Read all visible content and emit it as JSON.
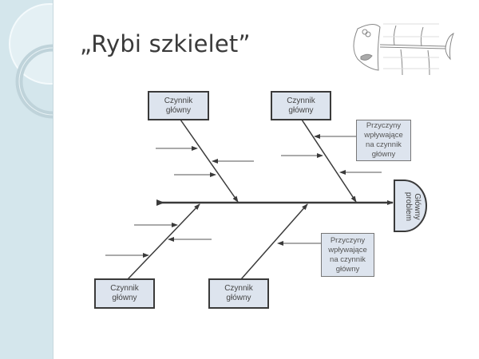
{
  "slide": {
    "title": "„Rybi szkielet”",
    "illustration": "fish-skeleton-sketch"
  },
  "diagram": {
    "type": "fishbone",
    "main_factors": [
      {
        "line1": "Czynnik",
        "line2": "główny",
        "position": "top-left"
      },
      {
        "line1": "Czynnik",
        "line2": "główny",
        "position": "top-right"
      },
      {
        "line1": "Czynnik",
        "line2": "główny",
        "position": "bottom-left"
      },
      {
        "line1": "Czynnik",
        "line2": "główny",
        "position": "bottom-right"
      }
    ],
    "cause_notes": [
      {
        "lines": [
          "Przyczyny",
          "wpływające",
          "na czynnik",
          "główny"
        ],
        "position": "top-right"
      },
      {
        "lines": [
          "Przyczyny",
          "wpływające",
          "na czynnik",
          "główny"
        ],
        "position": "bottom-right"
      }
    ],
    "problem": {
      "line1": "Główny",
      "line2": "problem"
    },
    "colors": {
      "box_fill": "#dde4ee",
      "line": "#3a3a3a",
      "sidebar": "#d4e6ec"
    }
  }
}
